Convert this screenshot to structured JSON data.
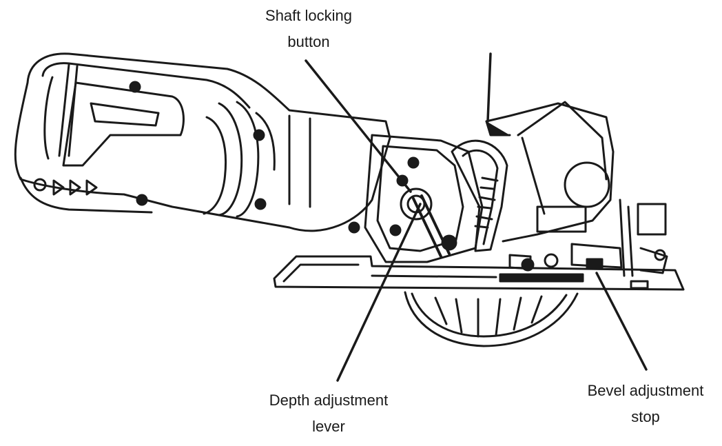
{
  "callouts": {
    "shaft_locking_button": {
      "line1": "Shaft locking",
      "line2": "button"
    },
    "depth_adjustment_lever": {
      "line1": "Depth adjustment",
      "line2": "lever"
    },
    "bevel_adjustment_stop": {
      "line1": "Bevel adjustment",
      "line2": "stop"
    }
  },
  "colors": {
    "ink": "#1a1a1a",
    "background": "#ffffff"
  }
}
